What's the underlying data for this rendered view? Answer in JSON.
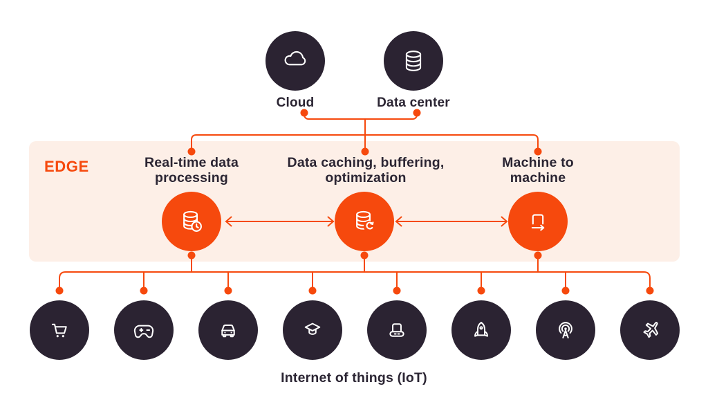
{
  "colors": {
    "accent_orange": "#F6490D",
    "node_dark": "#2B2332",
    "edge_band_bg": "#FDEFE7",
    "label_text": "#2B2533",
    "icon_stroke": "#FFFFFF"
  },
  "top_nodes": [
    {
      "label": "Cloud",
      "icon": "cloud-icon"
    },
    {
      "label": "Data center",
      "icon": "database-icon"
    }
  ],
  "edge_band": {
    "label": "EDGE"
  },
  "edge_nodes": [
    {
      "label": "Real-time data processing",
      "icon": "database-clock-icon"
    },
    {
      "label": "Data caching, buffering, optimization",
      "icon": "database-refresh-icon"
    },
    {
      "label": "Machine to machine",
      "icon": "laptop-arrow-icon"
    }
  ],
  "iot_nodes": [
    {
      "icon": "shopping-cart-icon"
    },
    {
      "icon": "game-controller-icon"
    },
    {
      "icon": "car-icon"
    },
    {
      "icon": "graduation-cap-icon"
    },
    {
      "icon": "smart-device-icon"
    },
    {
      "icon": "rocket-icon"
    },
    {
      "icon": "broadcast-antenna-icon"
    },
    {
      "icon": "airplane-icon"
    }
  ],
  "iot_caption": "Internet of things (IoT)"
}
